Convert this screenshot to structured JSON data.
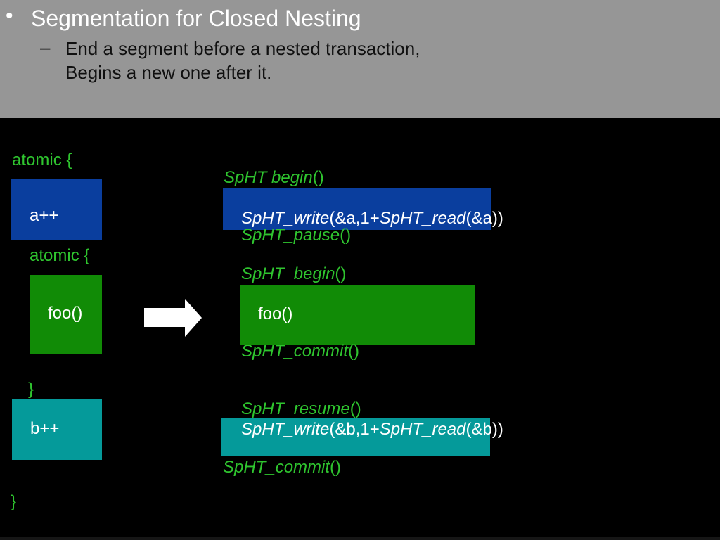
{
  "header": {
    "bullet": "•",
    "title": "Segmentation for Closed Nesting",
    "dash": "–",
    "subtitle_line1": "End a segment before a nested transaction,",
    "subtitle_line2": "Begins a new one after it."
  },
  "colors": {
    "header_bg": "#969696",
    "body_bg": "#000000",
    "code_green": "#2fc52f",
    "blue_box": "#0a3e9e",
    "green_box": "#118b06",
    "teal_box": "#059a9a",
    "arrow_white": "#ffffff"
  },
  "left_column": {
    "atomic_outer": "atomic {",
    "a_label": "a++",
    "atomic_inner": "atomic {",
    "foo_label": "foo()",
    "close_inner": "}",
    "b_label": "b++",
    "close_outer": "}"
  },
  "right_column": {
    "begin_outer": [
      {
        "t": "SpHT begin",
        "i": true
      },
      {
        "t": "()",
        "i": false
      }
    ],
    "write_a": [
      {
        "t": "SpHT_write",
        "i": true
      },
      {
        "t": "(&a,1+",
        "i": false
      },
      {
        "t": "SpHT_read",
        "i": true
      },
      {
        "t": "(&a))",
        "i": false
      }
    ],
    "pause": [
      {
        "t": "SpHT_pause",
        "i": true
      },
      {
        "t": "()",
        "i": false
      }
    ],
    "begin_inner": [
      {
        "t": "SpHT_begin",
        "i": true
      },
      {
        "t": "()",
        "i": false
      }
    ],
    "foo_label": "foo()",
    "commit_inner": [
      {
        "t": "SpHT_commit",
        "i": true
      },
      {
        "t": "()",
        "i": false
      }
    ],
    "resume": [
      {
        "t": "SpHT_resume",
        "i": true
      },
      {
        "t": "()",
        "i": false
      }
    ],
    "write_b": [
      {
        "t": "SpHT_write",
        "i": true
      },
      {
        "t": "(&b,1+",
        "i": false
      },
      {
        "t": "SpHT_read",
        "i": true
      },
      {
        "t": "(&b))",
        "i": false
      }
    ],
    "commit_outer": [
      {
        "t": "SpHT_commit",
        "i": true
      },
      {
        "t": "()",
        "i": false
      }
    ]
  }
}
